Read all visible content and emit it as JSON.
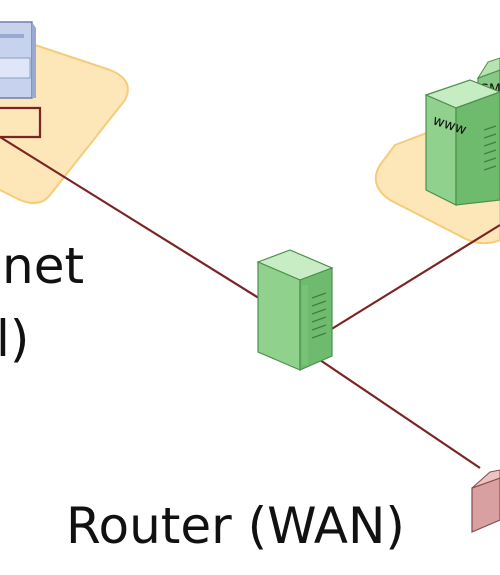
{
  "labels": {
    "internet_fragment_line1": "net",
    "internet_fragment_line2": "l)",
    "server_www": "www",
    "server_smtp_fragment": "SM",
    "router_wan": "Router (WAN)"
  },
  "colors": {
    "zone_fill": "#fde7b8",
    "zone_stroke": "#f2c766",
    "link": "#7a2424",
    "server_green": "#8ccf8b",
    "server_green_dark": "#5aa35b",
    "client_blue": "#b8c6e6",
    "router_red": "#c48a8a"
  },
  "icons": [
    "client-computer-icon",
    "server-www-icon",
    "server-smtp-icon",
    "firewall-server-icon",
    "router-icon"
  ]
}
